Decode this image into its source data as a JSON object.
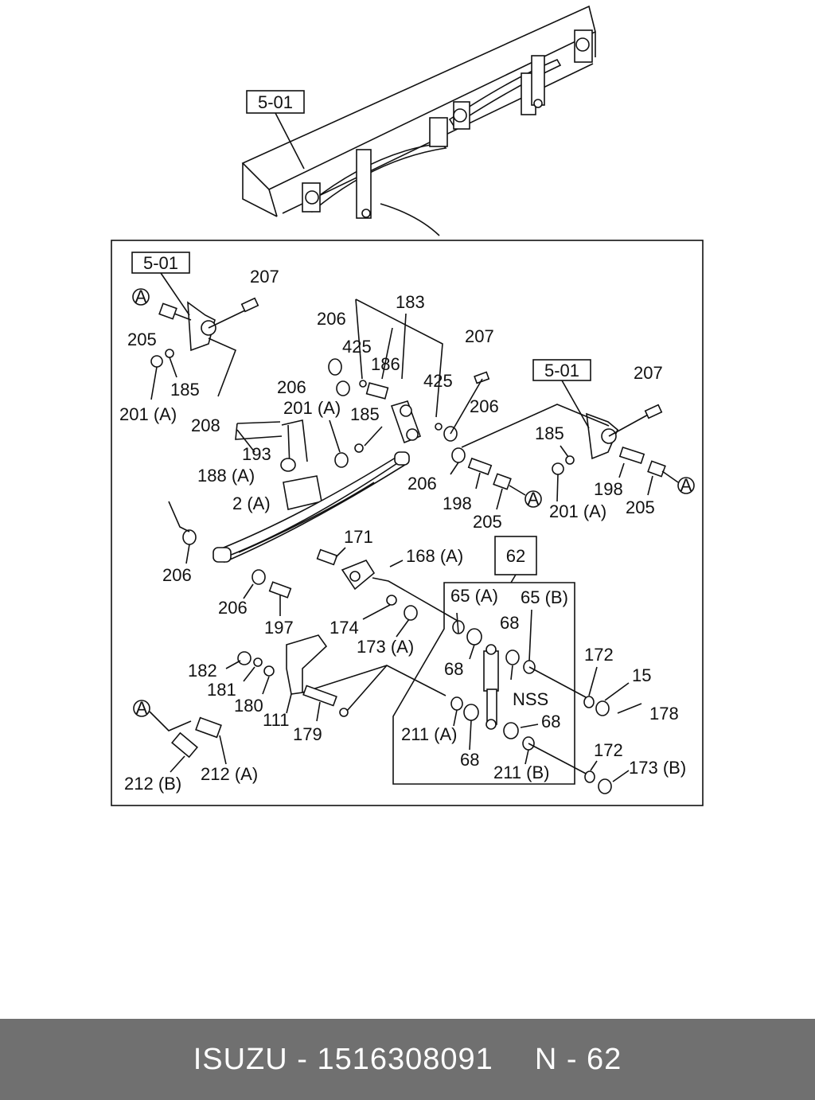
{
  "diagram": {
    "ref_5_01": "5-01",
    "highlight_62": "62",
    "circle_a": "A",
    "labels": {
      "l207_top_left": "207",
      "l205_left": "205",
      "l201a_left": "201 (A)",
      "l185_left": "185",
      "l206_a": "206",
      "l425_a": "425",
      "l186": "186",
      "l183": "183",
      "l207_mid": "207",
      "l425_b": "425",
      "l206_b": "206",
      "l201a_mid": "201 (A)",
      "l185_mid": "185",
      "l206_c": "206",
      "l208": "208",
      "l193": "193",
      "l188a": "188 (A)",
      "l2a": "2 (A)",
      "l206_d": "206",
      "l198_mid": "198",
      "l205_mid": "205",
      "l207_right": "207",
      "l185_right": "185",
      "l198_right": "198",
      "l201a_right": "201 (A)",
      "l205_right": "205",
      "l206_e": "206",
      "l206_f": "206",
      "l197": "197",
      "l171": "171",
      "l168a": "168 (A)",
      "l174": "174",
      "l173a": "173 (A)",
      "l65a": "65 (A)",
      "l65b": "65 (B)",
      "l68_a": "68",
      "l68_b": "68",
      "l172_top": "172",
      "l15": "15",
      "l178": "178",
      "lNSS": "NSS",
      "l68_c": "68",
      "l211a": "211 (A)",
      "l68_d": "68",
      "l211b": "211 (B)",
      "l172_bot": "172",
      "l173b": "173 (B)",
      "l182": "182",
      "l181": "181",
      "l180": "180",
      "l111": "111",
      "l179": "179",
      "l212b": "212 (B)",
      "l212a": "212 (A)"
    }
  },
  "footer": {
    "brand_part": "ISUZU - 1516308091",
    "page_ref": "N - 62"
  },
  "colors": {
    "highlight": "#f28c8c",
    "footer_bg": "#707070",
    "footer_text": "#ffffff"
  }
}
